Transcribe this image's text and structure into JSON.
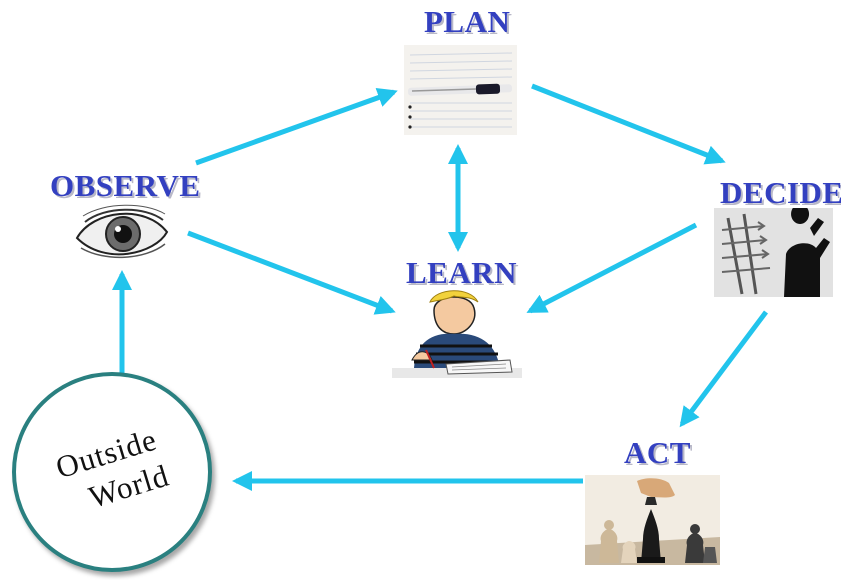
{
  "nodes": {
    "plan": {
      "label": "PLAN",
      "icon": "notepad-pen-icon"
    },
    "observe": {
      "label": "OBSERVE",
      "icon": "eye-icon"
    },
    "decide": {
      "label": "DECIDE",
      "icon": "thinking-silhouette-icon"
    },
    "learn": {
      "label": "LEARN",
      "icon": "boy-writing-icon"
    },
    "act": {
      "label": "ACT",
      "icon": "chess-pieces-icon"
    },
    "world": {
      "line1": "Outside",
      "line2": "World"
    }
  },
  "edges": [
    {
      "from": "observe",
      "to": "plan"
    },
    {
      "from": "plan",
      "to": "decide"
    },
    {
      "from": "plan",
      "to": "learn",
      "bidirectional": true
    },
    {
      "from": "observe",
      "to": "learn"
    },
    {
      "from": "decide",
      "to": "learn"
    },
    {
      "from": "decide",
      "to": "act"
    },
    {
      "from": "act",
      "to": "world"
    },
    {
      "from": "world",
      "to": "observe"
    }
  ],
  "colors": {
    "label": "#3340c0",
    "arrow": "#22c4ec",
    "circle_border": "#2a8080"
  }
}
